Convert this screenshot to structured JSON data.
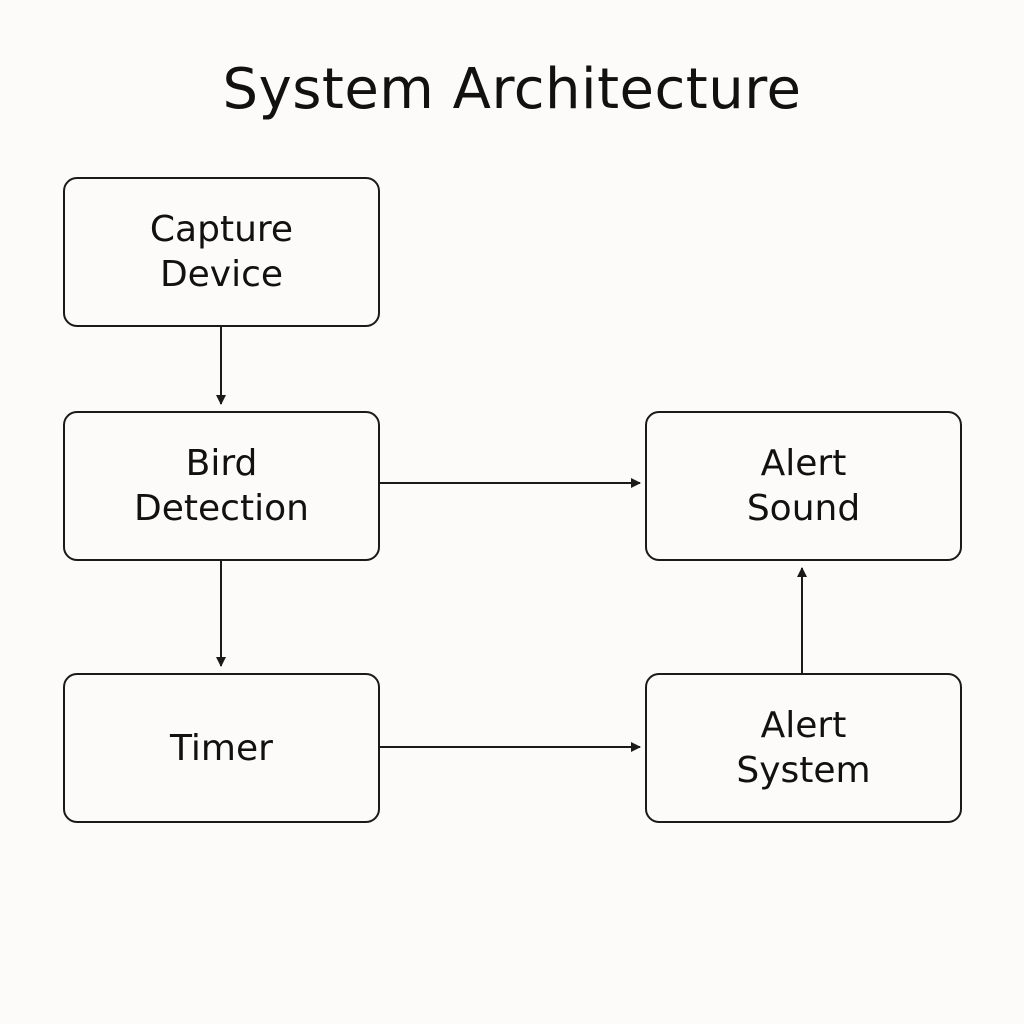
{
  "title": "System Architecture",
  "nodes": {
    "capture_device": {
      "line1": "Capture",
      "line2": "Device"
    },
    "bird_detection": {
      "line1": "Bird",
      "line2": "Detection"
    },
    "timer": {
      "line1": "Timer"
    },
    "alert_sound": {
      "line1": "Alert",
      "line2": "Sound"
    },
    "alert_system": {
      "line1": "Alert",
      "line2": "System"
    }
  },
  "edges": [
    {
      "from": "Capture Device",
      "to": "Bird Detection"
    },
    {
      "from": "Bird Detection",
      "to": "Alert Sound"
    },
    {
      "from": "Bird Detection",
      "to": "Timer"
    },
    {
      "from": "Timer",
      "to": "Alert System"
    },
    {
      "from": "Alert System",
      "to": "Alert Sound"
    }
  ],
  "colors": {
    "background": "#fcfbf9",
    "stroke": "#1a1a1a",
    "text": "#111111"
  }
}
